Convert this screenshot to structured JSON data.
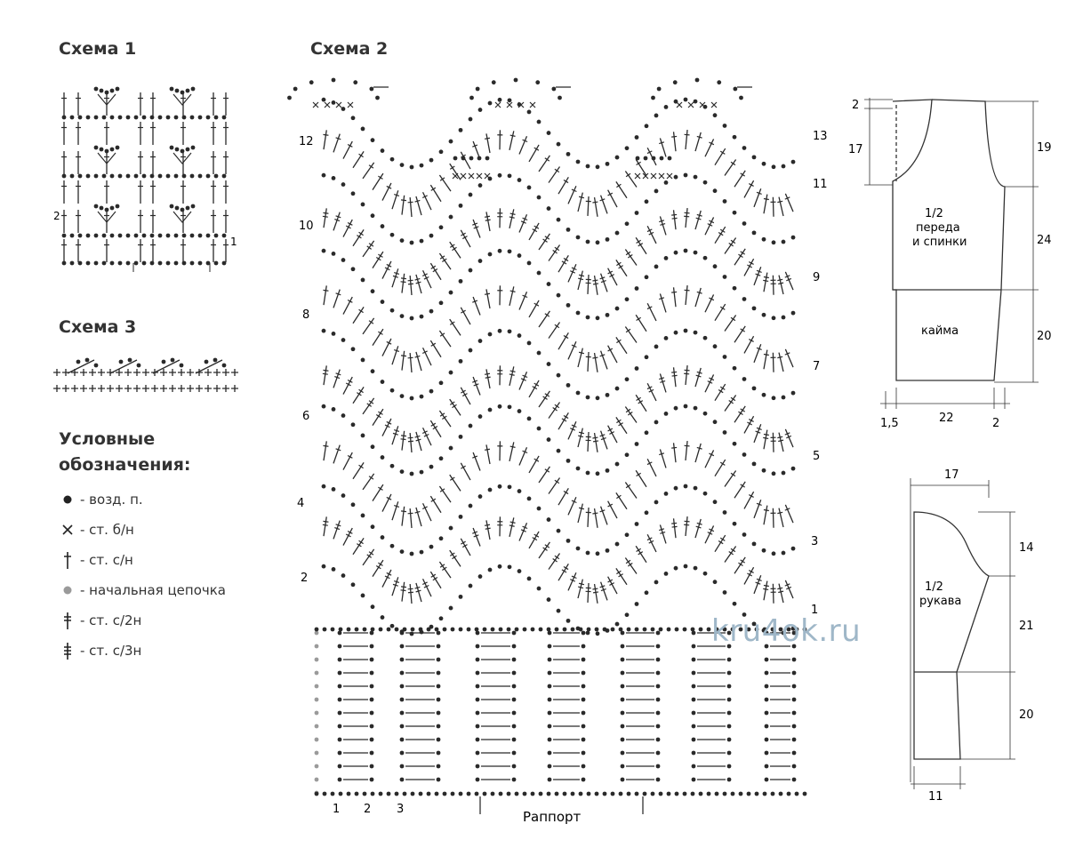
{
  "schemes": {
    "scheme1_title": "Схема 1",
    "scheme2_title": "Схема 2",
    "scheme3_title": "Схема 3"
  },
  "legend": {
    "title_line1": "Условные",
    "title_line2": "обозначения:",
    "items": [
      {
        "icon": "chain-stitch-dot-icon",
        "label": "- возд. п."
      },
      {
        "icon": "single-crochet-cross-icon",
        "label": "- ст. б/н"
      },
      {
        "icon": "double-crochet-icon",
        "label": "- ст. с/н"
      },
      {
        "icon": "foundation-chain-grey-dot-icon",
        "label": "- начальная цепочка"
      },
      {
        "icon": "treble-crochet-icon",
        "label": "- ст. с/2н"
      },
      {
        "icon": "double-treble-crochet-icon",
        "label": "- ст. с/3н"
      }
    ]
  },
  "scheme1_row_labels": [
    "2",
    "1"
  ],
  "scheme2_left_row_labels": [
    "12",
    "10",
    "8",
    "6",
    "4",
    "2"
  ],
  "scheme2_right_row_labels": [
    "13",
    "11",
    "9",
    "7",
    "5",
    "3",
    "1"
  ],
  "scheme2_bottom_labels": [
    "1",
    "2",
    "3"
  ],
  "scheme2_repeat_label": "Раппорт",
  "body_pattern": {
    "label_line1": "1/2",
    "label_line2": "переда",
    "label_line3": "и спинки",
    "border_label": "кайма",
    "dims": {
      "top_left": "2",
      "armhole_left": "17",
      "armhole_right": "19",
      "body_right": "24",
      "border_right": "20",
      "bottom_left": "1,5",
      "bottom_mid": "22",
      "bottom_right": "2"
    }
  },
  "sleeve_pattern": {
    "label_line1": "1/2",
    "label_line2": "рукава",
    "dims": {
      "top": "17",
      "cap": "14",
      "middle": "21",
      "lower": "20",
      "bottom": "11"
    }
  },
  "watermark": "kru4ok.ru",
  "colors": {
    "ink": "#2a2a2a",
    "foundation": "#9a9a9a",
    "watermark": "#9fb7c8"
  }
}
